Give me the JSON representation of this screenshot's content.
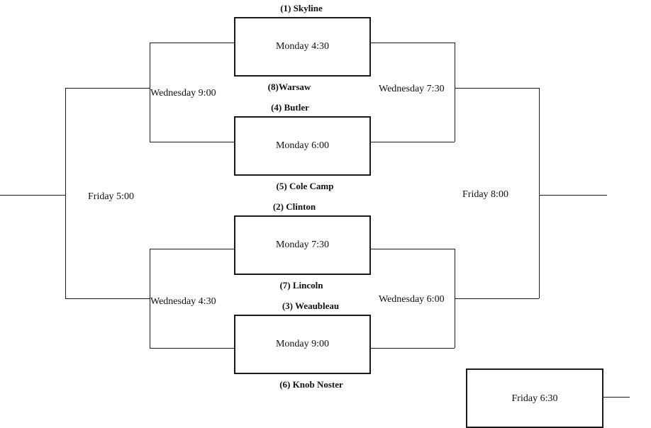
{
  "bracket": {
    "first_round": [
      {
        "seed_top": "(1) Skyline",
        "time": "Monday 4:30",
        "seed_bottom": "(8)Warsaw"
      },
      {
        "seed_top": "(4) Butler",
        "time": "Monday 6:00",
        "seed_bottom": "(5) Cole Camp"
      },
      {
        "seed_top": "(2) Clinton",
        "time": "Monday 7:30",
        "seed_bottom": "(7) Lincoln"
      },
      {
        "seed_top": "(3) Weaubleau",
        "time": "Monday 9:00",
        "seed_bottom": "(6) Knob Noster"
      }
    ],
    "consolation_semis": [
      "Wednesday 9:00",
      "Wednesday 4:30"
    ],
    "consolation_final": "Friday 5:00",
    "winners_semis": [
      "Wednesday 7:30",
      "Wednesday 6:00"
    ],
    "championship": "Friday 8:00",
    "third_place": "Friday 6:30"
  }
}
